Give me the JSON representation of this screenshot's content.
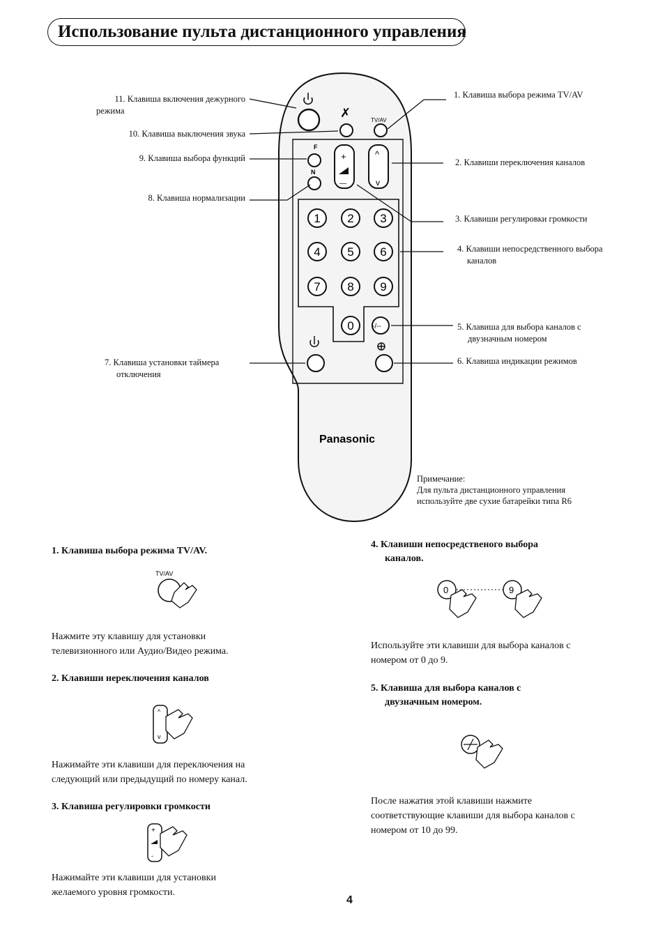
{
  "title": "Использование пульта дистанционного управления",
  "callouts": {
    "c11_line1": "11. Клавиша включения дежурного",
    "c11_line2": "режима",
    "c10": "10. Клавиша выключения звука",
    "c9": "9. Клавиша выбора функций",
    "c8": "8. Клавиша нормализации",
    "c7_line1": "7. Клавиша установки таймера",
    "c7_line2": "отключения",
    "c1": "1. Клавиша выбора режима TV/AV",
    "c2": "2. Клавиши переключения каналов",
    "c3": "3. Клавиши регулировки громкости",
    "c4_line1": "4. Клавиши непосредственного выбора",
    "c4_line2": "каналов",
    "c5_line1": "5. Клавиша для выбора каналов с",
    "c5_line2": "двузначным номером",
    "c6": "6. Клавиша индикации режимов"
  },
  "remote": {
    "brand": "Panasonic",
    "tvav_label": "TV/AV",
    "f_label": "F",
    "n_label": "N",
    "plus": "+",
    "minus": "—",
    "up": "^",
    "down": "v",
    "digits": [
      "1",
      "2",
      "3",
      "4",
      "5",
      "6",
      "7",
      "8",
      "9",
      "0"
    ],
    "dash_key": "-/--"
  },
  "note": {
    "heading": "Примечание:",
    "line1": "Для пульта дистанционного управления",
    "line2": "используйте две сухие батарейки типа R6"
  },
  "sections": {
    "s1": {
      "heading": "1.   Клавиша выбора режима TV/AV.",
      "icon_label": "TV/AV",
      "text_line1": "Нажмите эту клавишу для установки",
      "text_line2": "телевизионного или Аудио/Видео режима."
    },
    "s2": {
      "heading": "2.  Клавиши нереключения каналов",
      "text_line1": "Нажимайте эти клавиши для переключения на",
      "text_line2": "следующий или предыдущий по номеру канал."
    },
    "s3": {
      "heading": "3.  Клавиша регулировки громкости",
      "text_line1": "Нажимайте эти клавиши для установки",
      "text_line2": "желаемого уровня громкости."
    },
    "s4": {
      "heading_line1": "4.  Клавиши непосредственого выбора",
      "heading_line2": "каналов.",
      "icon_from": "0",
      "icon_to": "9",
      "text_line1": "Используйте эти клавиши для выбора каналов с",
      "text_line2": "номером от 0 до 9."
    },
    "s5": {
      "heading_line1": "5.  Клавиша для выбора каналов с",
      "heading_line2": "двузначным номером.",
      "text_line1": "После нажатия этой клавиши нажмите",
      "text_line2": "соответствующие клавиши для выбора каналов с",
      "text_line3": "номером от 10 до 99."
    }
  },
  "page_number": "4"
}
